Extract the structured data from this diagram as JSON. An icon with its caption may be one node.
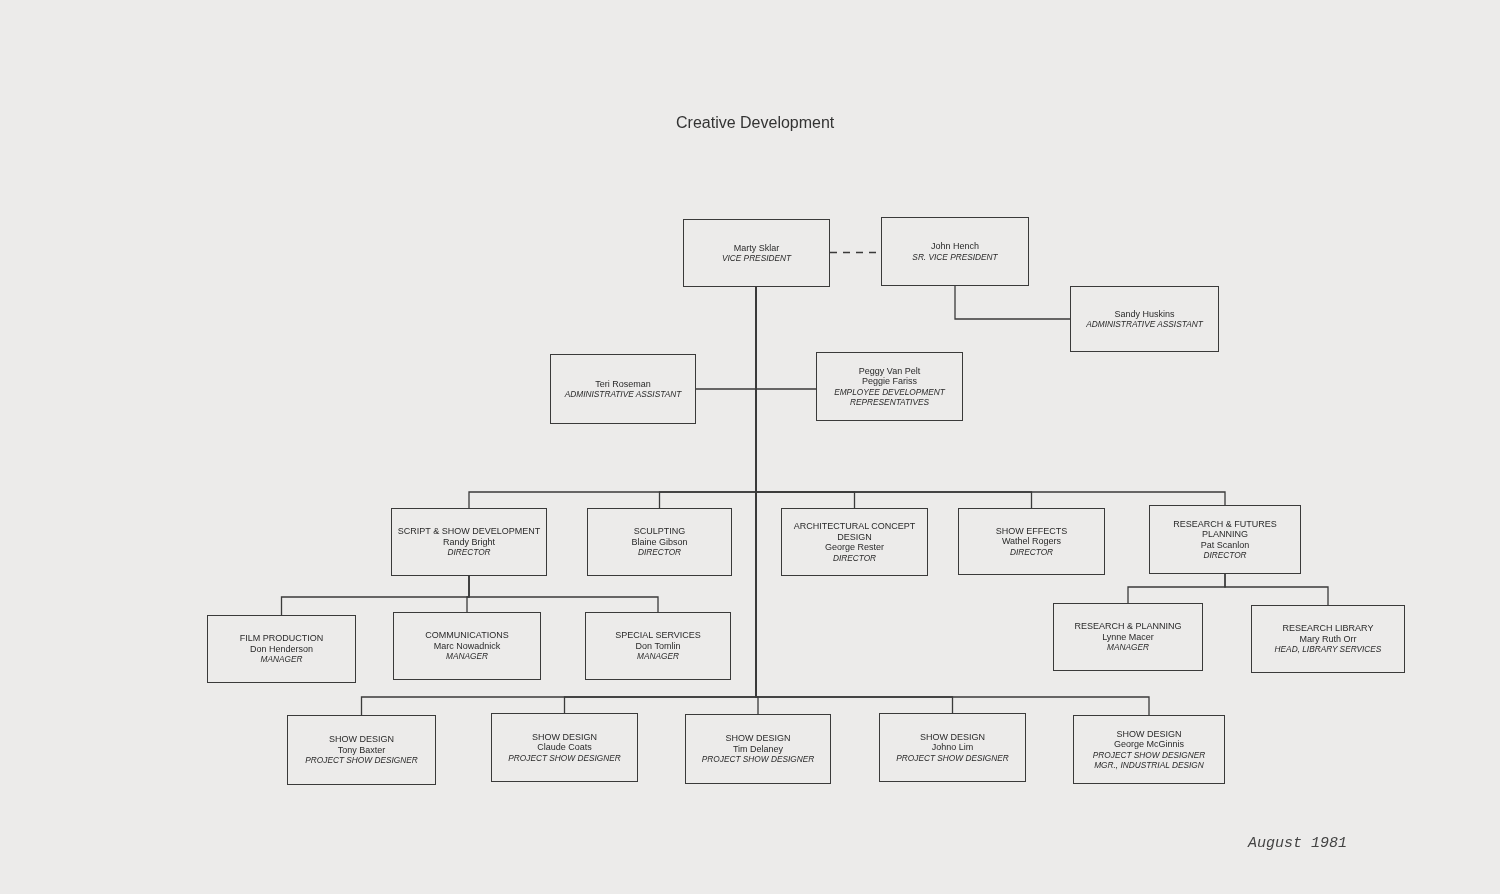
{
  "diagram": {
    "title": "Creative Development",
    "nodes": [
      {
        "text": [
          "Marty Sklar",
          "VICE PRESIDENT"
        ]
      },
      {
        "text": [
          "John Hench",
          "SR. VICE PRESIDENT"
        ]
      },
      {
        "text": [
          "Sandy Huskins",
          "ADMINISTRATIVE ASSISTANT"
        ]
      },
      {
        "text": [
          "Teri Roseman",
          "ADMINISTRATIVE ASSISTANT"
        ]
      },
      {
        "text": [
          "Peggy Van Pelt",
          "Peggie Fariss",
          "EMPLOYEE DEVELOPMENT REPRESENTATIVES"
        ]
      },
      {
        "text": [
          "SCRIPT & SHOW DEVELOPMENT",
          "Randy Bright",
          "DIRECTOR"
        ]
      },
      {
        "text": [
          "SCULPTING",
          "Blaine Gibson",
          "DIRECTOR"
        ]
      },
      {
        "text": [
          "ARCHITECTURAL CONCEPT DESIGN",
          "George Rester",
          "DIRECTOR"
        ]
      },
      {
        "text": [
          "SHOW EFFECTS",
          "Wathel Rogers",
          "DIRECTOR"
        ]
      },
      {
        "text": [
          "RESEARCH & FUTURES PLANNING",
          "Pat Scanlon",
          "DIRECTOR"
        ]
      },
      {
        "text": [
          "FILM PRODUCTION",
          "Don Henderson",
          "MANAGER"
        ]
      },
      {
        "text": [
          "COMMUNICATIONS",
          "Marc Nowadnick",
          "MANAGER"
        ]
      },
      {
        "text": [
          "SPECIAL SERVICES",
          "Don Tomlin",
          "MANAGER"
        ]
      },
      {
        "text": [
          "RESEARCH & PLANNING",
          "Lynne Macer",
          "MANAGER"
        ]
      },
      {
        "text": [
          "RESEARCH LIBRARY",
          "Mary Ruth Orr",
          "HEAD, LIBRARY SERVICES"
        ]
      },
      {
        "text": [
          "SHOW DESIGN",
          "Tony Baxter",
          "PROJECT SHOW DESIGNER"
        ]
      },
      {
        "text": [
          "SHOW DESIGN",
          "Claude Coats",
          "PROJECT SHOW DESIGNER"
        ]
      },
      {
        "text": [
          "SHOW DESIGN",
          "Tim Delaney",
          "PROJECT SHOW DESIGNER"
        ]
      },
      {
        "text": [
          "SHOW DESIGN",
          "Johno Lim",
          "PROJECT SHOW DESIGNER"
        ]
      },
      {
        "text": [
          "SHOW DESIGN",
          "George McGinnis",
          "PROJECT SHOW DESIGNER",
          "MGR., INDUSTRIAL DESIGN"
        ]
      }
    ],
    "edges": [
      {
        "from": 0,
        "to": 1,
        "arrow": "none",
        "style": "dashed"
      },
      {
        "from": 1,
        "to": 2,
        "arrow": "none"
      },
      {
        "from": 0,
        "to": 3,
        "arrow": "none"
      },
      {
        "from": 0,
        "to": 4,
        "arrow": "none"
      },
      {
        "from": 0,
        "to": 5,
        "arrow": "none"
      },
      {
        "from": 0,
        "to": 6,
        "arrow": "none"
      },
      {
        "from": 0,
        "to": 7,
        "arrow": "none"
      },
      {
        "from": 0,
        "to": 8,
        "arrow": "none"
      },
      {
        "from": 0,
        "to": 9,
        "arrow": "none"
      },
      {
        "from": 5,
        "to": 10,
        "arrow": "none"
      },
      {
        "from": 5,
        "to": 11,
        "arrow": "none"
      },
      {
        "from": 5,
        "to": 12,
        "arrow": "none"
      },
      {
        "from": 9,
        "to": 13,
        "arrow": "none"
      },
      {
        "from": 9,
        "to": 14,
        "arrow": "none"
      },
      {
        "from": 0,
        "to": 15,
        "arrow": "none"
      },
      {
        "from": 0,
        "to": 16,
        "arrow": "none"
      },
      {
        "from": 0,
        "to": 17,
        "arrow": "none"
      },
      {
        "from": 0,
        "to": 18,
        "arrow": "none"
      },
      {
        "from": 0,
        "to": 19,
        "arrow": "none"
      }
    ],
    "labels": [
      "August 1981"
    ]
  }
}
